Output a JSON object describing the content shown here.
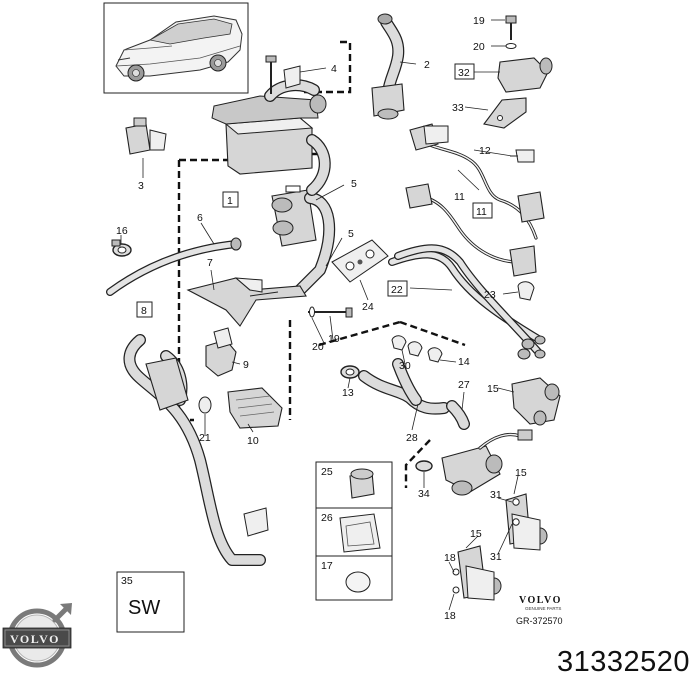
{
  "brand_logo": {
    "text": "VOLVO",
    "icon": "volvo-iron-mark-icon"
  },
  "part_number": "31332520",
  "drawing_ref": "GR-372570",
  "stamp_logo": {
    "text": "VOLVO",
    "sub": "GENUINE PARTS"
  },
  "callouts": {
    "c1": "1",
    "c2": "2",
    "c3": "3",
    "c4": "4",
    "c5a": "5",
    "c5b": "5",
    "c6": "6",
    "c7": "7",
    "c8": "8",
    "c9": "9",
    "c10": "10",
    "c11a": "11",
    "c11b": "11",
    "c12": "12",
    "c13": "13",
    "c14": "14",
    "c15a": "15",
    "c15b": "15",
    "c15c": "15",
    "c16": "16",
    "c17": "17",
    "c18a": "18",
    "c18b": "18",
    "c19a": "19",
    "c19b": "19",
    "c20a": "20",
    "c20b": "20",
    "c21": "21",
    "c22": "22",
    "c23": "23",
    "c24": "24",
    "c25": "25",
    "c26": "26",
    "c27": "27",
    "c28": "28",
    "c30": "30",
    "c31a": "31",
    "c31b": "31",
    "c32": "32",
    "c33": "33",
    "c34": "34",
    "c35": "35"
  },
  "sw_box": {
    "number": "35",
    "label": "SW"
  }
}
